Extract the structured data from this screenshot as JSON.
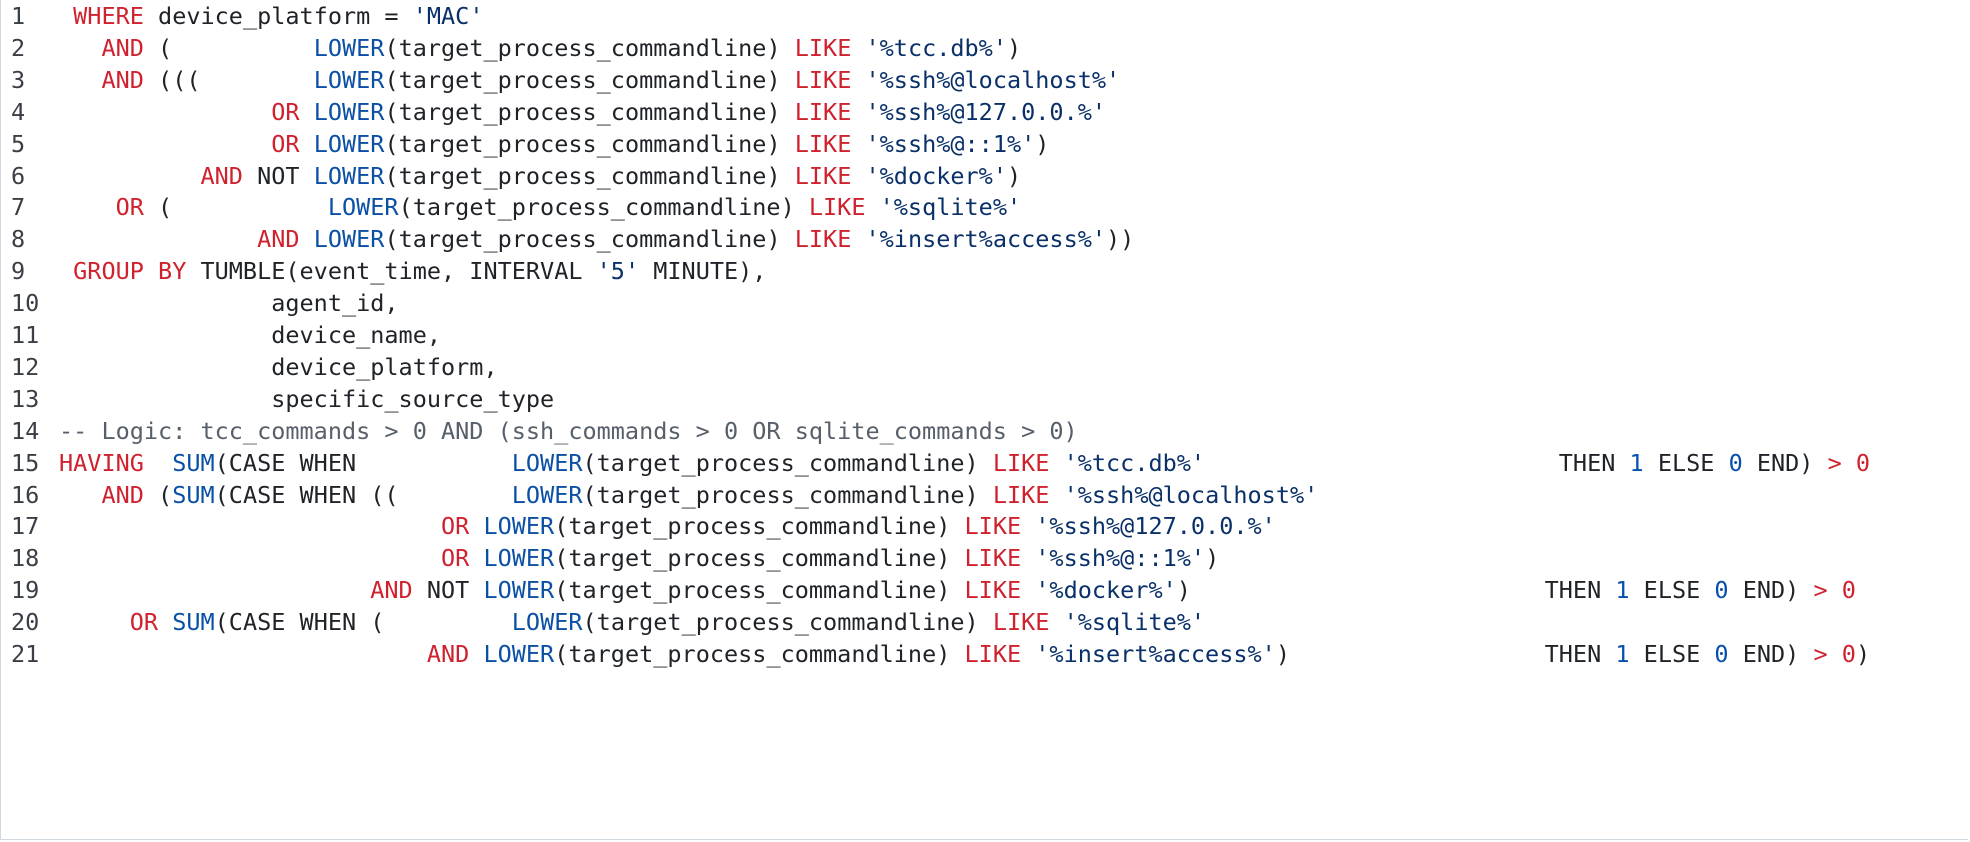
{
  "editor": {
    "lines": [
      {
        "number": "1",
        "tokens": [
          {
            "t": " ",
            "k": "plain"
          },
          {
            "t": "WHERE",
            "k": "keyword"
          },
          {
            "t": " device_platform = ",
            "k": "plain"
          },
          {
            "t": "'MAC'",
            "k": "string"
          }
        ]
      },
      {
        "number": "2",
        "tokens": [
          {
            "t": "   ",
            "k": "plain"
          },
          {
            "t": "AND",
            "k": "keyword"
          },
          {
            "t": " (          ",
            "k": "plain"
          },
          {
            "t": "LOWER",
            "k": "function"
          },
          {
            "t": "(target_process_commandline) ",
            "k": "plain"
          },
          {
            "t": "LIKE",
            "k": "keyword"
          },
          {
            "t": " ",
            "k": "plain"
          },
          {
            "t": "'%tcc.db%'",
            "k": "string"
          },
          {
            "t": ")",
            "k": "plain"
          }
        ]
      },
      {
        "number": "3",
        "tokens": [
          {
            "t": "   ",
            "k": "plain"
          },
          {
            "t": "AND",
            "k": "keyword"
          },
          {
            "t": " (((        ",
            "k": "plain"
          },
          {
            "t": "LOWER",
            "k": "function"
          },
          {
            "t": "(target_process_commandline) ",
            "k": "plain"
          },
          {
            "t": "LIKE",
            "k": "keyword"
          },
          {
            "t": " ",
            "k": "plain"
          },
          {
            "t": "'%ssh%@localhost%'",
            "k": "string"
          }
        ]
      },
      {
        "number": "4",
        "tokens": [
          {
            "t": "               ",
            "k": "plain"
          },
          {
            "t": "OR",
            "k": "keyword"
          },
          {
            "t": " ",
            "k": "plain"
          },
          {
            "t": "LOWER",
            "k": "function"
          },
          {
            "t": "(target_process_commandline) ",
            "k": "plain"
          },
          {
            "t": "LIKE",
            "k": "keyword"
          },
          {
            "t": " ",
            "k": "plain"
          },
          {
            "t": "'%ssh%@127.0.0.%'",
            "k": "string"
          }
        ]
      },
      {
        "number": "5",
        "tokens": [
          {
            "t": "               ",
            "k": "plain"
          },
          {
            "t": "OR",
            "k": "keyword"
          },
          {
            "t": " ",
            "k": "plain"
          },
          {
            "t": "LOWER",
            "k": "function"
          },
          {
            "t": "(target_process_commandline) ",
            "k": "plain"
          },
          {
            "t": "LIKE",
            "k": "keyword"
          },
          {
            "t": " ",
            "k": "plain"
          },
          {
            "t": "'%ssh%@::1%'",
            "k": "string"
          },
          {
            "t": ")",
            "k": "plain"
          }
        ]
      },
      {
        "number": "6",
        "tokens": [
          {
            "t": "          ",
            "k": "plain"
          },
          {
            "t": "AND",
            "k": "keyword"
          },
          {
            "t": " NOT ",
            "k": "plain"
          },
          {
            "t": "LOWER",
            "k": "function"
          },
          {
            "t": "(target_process_commandline) ",
            "k": "plain"
          },
          {
            "t": "LIKE",
            "k": "keyword"
          },
          {
            "t": " ",
            "k": "plain"
          },
          {
            "t": "'%docker%'",
            "k": "string"
          },
          {
            "t": ")",
            "k": "plain"
          }
        ]
      },
      {
        "number": "7",
        "tokens": [
          {
            "t": "    ",
            "k": "plain"
          },
          {
            "t": "OR",
            "k": "keyword"
          },
          {
            "t": " (           ",
            "k": "plain"
          },
          {
            "t": "LOWER",
            "k": "function"
          },
          {
            "t": "(target_process_commandline) ",
            "k": "plain"
          },
          {
            "t": "LIKE",
            "k": "keyword"
          },
          {
            "t": " ",
            "k": "plain"
          },
          {
            "t": "'%sqlite%'",
            "k": "string"
          }
        ]
      },
      {
        "number": "8",
        "tokens": [
          {
            "t": "              ",
            "k": "plain"
          },
          {
            "t": "AND",
            "k": "keyword"
          },
          {
            "t": " ",
            "k": "plain"
          },
          {
            "t": "LOWER",
            "k": "function"
          },
          {
            "t": "(target_process_commandline) ",
            "k": "plain"
          },
          {
            "t": "LIKE",
            "k": "keyword"
          },
          {
            "t": " ",
            "k": "plain"
          },
          {
            "t": "'%insert%access%'",
            "k": "string"
          },
          {
            "t": "))",
            "k": "plain"
          }
        ]
      },
      {
        "number": "9",
        "tokens": [
          {
            "t": " ",
            "k": "plain"
          },
          {
            "t": "GROUP BY",
            "k": "keyword"
          },
          {
            "t": " TUMBLE(event_time, INTERVAL ",
            "k": "plain"
          },
          {
            "t": "'5'",
            "k": "string"
          },
          {
            "t": " MINUTE),",
            "k": "plain"
          }
        ]
      },
      {
        "number": "10",
        "tokens": [
          {
            "t": "               agent_id,",
            "k": "plain"
          }
        ]
      },
      {
        "number": "11",
        "tokens": [
          {
            "t": "               device_name,",
            "k": "plain"
          }
        ]
      },
      {
        "number": "12",
        "tokens": [
          {
            "t": "               device_platform,",
            "k": "plain"
          }
        ]
      },
      {
        "number": "13",
        "tokens": [
          {
            "t": "               specific_source_type",
            "k": "plain"
          }
        ]
      },
      {
        "number": "14",
        "tokens": [
          {
            "t": "-- Logic: tcc_commands > 0 AND (ssh_commands > 0 OR sqlite_commands > 0)",
            "k": "comment"
          }
        ]
      },
      {
        "number": "15",
        "tokens": [
          {
            "t": "HAVING",
            "k": "keyword"
          },
          {
            "t": "  ",
            "k": "plain"
          },
          {
            "t": "SUM",
            "k": "function"
          },
          {
            "t": "(CASE WHEN           ",
            "k": "plain"
          },
          {
            "t": "LOWER",
            "k": "function"
          },
          {
            "t": "(target_process_commandline) ",
            "k": "plain"
          },
          {
            "t": "LIKE",
            "k": "keyword"
          },
          {
            "t": " ",
            "k": "plain"
          },
          {
            "t": "'%tcc.db%'",
            "k": "string"
          },
          {
            "t": "                         THEN ",
            "k": "plain"
          },
          {
            "t": "1",
            "k": "number"
          },
          {
            "t": " ELSE ",
            "k": "plain"
          },
          {
            "t": "0",
            "k": "number"
          },
          {
            "t": " END) ",
            "k": "plain"
          },
          {
            "t": ">",
            "k": "keyword"
          },
          {
            "t": " ",
            "k": "plain"
          },
          {
            "t": "0",
            "k": "keyword"
          }
        ]
      },
      {
        "number": "16",
        "tokens": [
          {
            "t": "   ",
            "k": "plain"
          },
          {
            "t": "AND",
            "k": "keyword"
          },
          {
            "t": " (",
            "k": "plain"
          },
          {
            "t": "SUM",
            "k": "function"
          },
          {
            "t": "(CASE WHEN ((        ",
            "k": "plain"
          },
          {
            "t": "LOWER",
            "k": "function"
          },
          {
            "t": "(target_process_commandline) ",
            "k": "plain"
          },
          {
            "t": "LIKE",
            "k": "keyword"
          },
          {
            "t": " ",
            "k": "plain"
          },
          {
            "t": "'%ssh%@localhost%'",
            "k": "string"
          }
        ]
      },
      {
        "number": "17",
        "tokens": [
          {
            "t": "                           ",
            "k": "plain"
          },
          {
            "t": "OR",
            "k": "keyword"
          },
          {
            "t": " ",
            "k": "plain"
          },
          {
            "t": "LOWER",
            "k": "function"
          },
          {
            "t": "(target_process_commandline) ",
            "k": "plain"
          },
          {
            "t": "LIKE",
            "k": "keyword"
          },
          {
            "t": " ",
            "k": "plain"
          },
          {
            "t": "'%ssh%@127.0.0.%'",
            "k": "string"
          }
        ]
      },
      {
        "number": "18",
        "tokens": [
          {
            "t": "                           ",
            "k": "plain"
          },
          {
            "t": "OR",
            "k": "keyword"
          },
          {
            "t": " ",
            "k": "plain"
          },
          {
            "t": "LOWER",
            "k": "function"
          },
          {
            "t": "(target_process_commandline) ",
            "k": "plain"
          },
          {
            "t": "LIKE",
            "k": "keyword"
          },
          {
            "t": " ",
            "k": "plain"
          },
          {
            "t": "'%ssh%@::1%'",
            "k": "string"
          },
          {
            "t": ")",
            "k": "plain"
          }
        ]
      },
      {
        "number": "19",
        "tokens": [
          {
            "t": "                      ",
            "k": "plain"
          },
          {
            "t": "AND",
            "k": "keyword"
          },
          {
            "t": " NOT ",
            "k": "plain"
          },
          {
            "t": "LOWER",
            "k": "function"
          },
          {
            "t": "(target_process_commandline) ",
            "k": "plain"
          },
          {
            "t": "LIKE",
            "k": "keyword"
          },
          {
            "t": " ",
            "k": "plain"
          },
          {
            "t": "'%docker%'",
            "k": "string"
          },
          {
            "t": ")                         THEN ",
            "k": "plain"
          },
          {
            "t": "1",
            "k": "number"
          },
          {
            "t": " ELSE ",
            "k": "plain"
          },
          {
            "t": "0",
            "k": "number"
          },
          {
            "t": " END) ",
            "k": "plain"
          },
          {
            "t": ">",
            "k": "keyword"
          },
          {
            "t": " ",
            "k": "plain"
          },
          {
            "t": "0",
            "k": "keyword"
          }
        ]
      },
      {
        "number": "20",
        "tokens": [
          {
            "t": "     ",
            "k": "plain"
          },
          {
            "t": "OR",
            "k": "keyword"
          },
          {
            "t": " ",
            "k": "plain"
          },
          {
            "t": "SUM",
            "k": "function"
          },
          {
            "t": "(CASE WHEN (         ",
            "k": "plain"
          },
          {
            "t": "LOWER",
            "k": "function"
          },
          {
            "t": "(target_process_commandline) ",
            "k": "plain"
          },
          {
            "t": "LIKE",
            "k": "keyword"
          },
          {
            "t": " ",
            "k": "plain"
          },
          {
            "t": "'%sqlite%'",
            "k": "string"
          }
        ]
      },
      {
        "number": "21",
        "tokens": [
          {
            "t": "                          ",
            "k": "plain"
          },
          {
            "t": "AND",
            "k": "keyword"
          },
          {
            "t": " ",
            "k": "plain"
          },
          {
            "t": "LOWER",
            "k": "function"
          },
          {
            "t": "(target_process_commandline) ",
            "k": "plain"
          },
          {
            "t": "LIKE",
            "k": "keyword"
          },
          {
            "t": " ",
            "k": "plain"
          },
          {
            "t": "'%insert%access%'",
            "k": "string"
          },
          {
            "t": ")                  THEN ",
            "k": "plain"
          },
          {
            "t": "1",
            "k": "number"
          },
          {
            "t": " ELSE ",
            "k": "plain"
          },
          {
            "t": "0",
            "k": "number"
          },
          {
            "t": " END) ",
            "k": "plain"
          },
          {
            "t": ">",
            "k": "keyword"
          },
          {
            "t": " ",
            "k": "plain"
          },
          {
            "t": "0",
            "k": "keyword"
          },
          {
            "t": ")",
            "k": "plain"
          }
        ]
      }
    ]
  }
}
